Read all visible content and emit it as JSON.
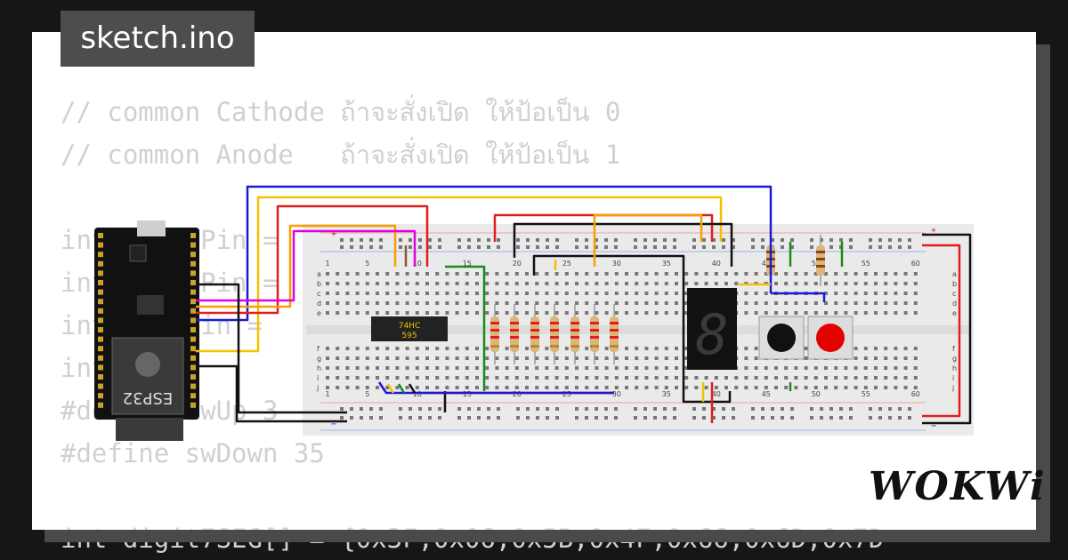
{
  "file_tab": {
    "label": "sketch.ino"
  },
  "brand": {
    "logo_text": "WOKWi"
  },
  "code_lines": [
    "// common Cathode ถ้าจะสั่งเปิด ให้ป้อเป็น 0",
    "// common Anode   ถ้าจะสั่งเปิด ให้ป้อเป็น 1",
    "",
    "int latchPin =",
    "int clockPin =",
    "int dataPin =",
    "int swUp;",
    "#define swUp 3",
    "#define swDown 35",
    "",
    "int digit7SEG[] = {0x3F,0x06,0x5B,0x4F,0x66,0x6D,0x7D"
  ],
  "esp32": {
    "label": "ESP32"
  },
  "shift_register": {
    "line1": "74HC",
    "line2": "595"
  },
  "breadboard": {
    "col_labels": [
      "1",
      "5",
      "10",
      "15",
      "20",
      "25",
      "30",
      "35",
      "40",
      "45",
      "50",
      "55",
      "60"
    ],
    "row_labels_top": [
      "a",
      "b",
      "c",
      "d",
      "e"
    ],
    "row_labels_bottom": [
      "f",
      "g",
      "h",
      "i",
      "j"
    ],
    "plus_sign": "+",
    "minus_sign": "−"
  },
  "colors": {
    "red_wire": "#e01e1e",
    "blue_wire": "#1a1ad6",
    "yellow_wire": "#f2c200",
    "orange_wire": "#f5a000",
    "magenta_wire": "#e000e0",
    "green_wire": "#1a8a1a",
    "black_wire": "#111111",
    "brown_wire": "#8b5a2b",
    "button_red": "#e50000",
    "button_black": "#111111",
    "breadboard_bg": "#eaeaea"
  }
}
